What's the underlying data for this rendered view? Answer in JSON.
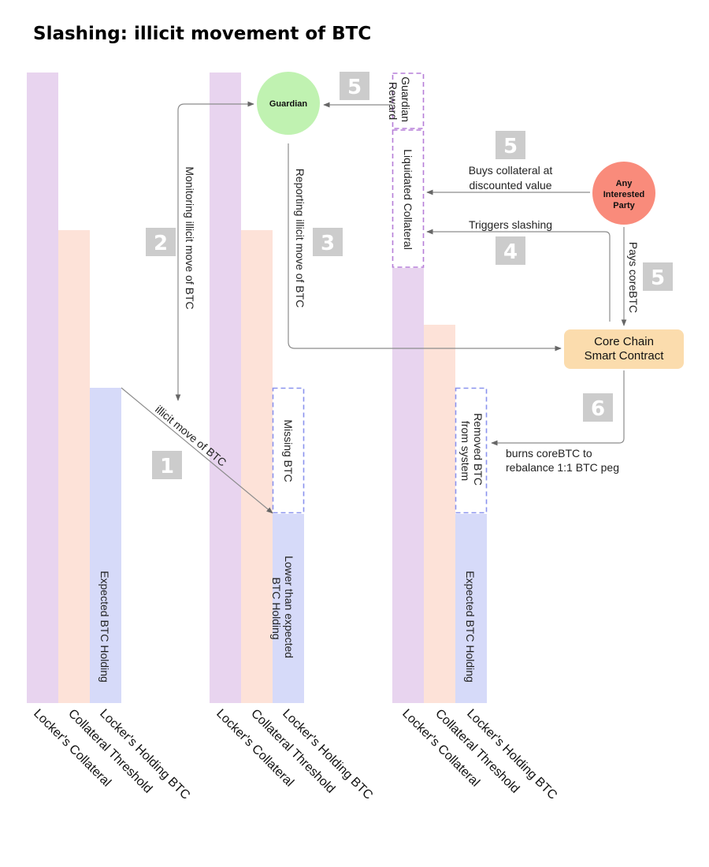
{
  "title": "Slashing: illicit movement of BTC",
  "colors": {
    "collateral": "#e8d4ef",
    "threshold": "#fde2d8",
    "holding": "#d6daf9",
    "guardian": "#c0f2b1",
    "party": "#f98b7b",
    "contract": "#fbdcad",
    "badge": "#cccccc",
    "dash_purple": "#b67ed8",
    "dash_blue": "#8a93ee"
  },
  "nodes": {
    "guardian": "Guardian",
    "party": [
      "Any",
      "Interested",
      "Party"
    ],
    "contract": [
      "Core Chain",
      "Smart Contract"
    ]
  },
  "bars": {
    "collateral": "Locker's Collateral",
    "threshold": "Collateral Threshold",
    "holding": "Locker's Holding BTC"
  },
  "segments": {
    "expected_holding_1": "Expected BTC Holding",
    "missing": "Missing BTC",
    "lower_than_expected": [
      "Lower than expected",
      "BTC Holding"
    ],
    "guardian_reward": [
      "Guardian",
      "Reward"
    ],
    "liquidated": "Liquidated Collateral",
    "removed": [
      "Removed BTC",
      "from system"
    ],
    "expected_holding_3": "Expected BTC Holding"
  },
  "arrows": {
    "illicit_move": "illicit move of BTC",
    "monitoring": "Monitoring illicit move of BTC",
    "reporting": "Reporting illicit move of BTC",
    "buys": [
      "Buys collateral at",
      "discounted value"
    ],
    "triggers": "Triggers slashing",
    "pays": "Pays coreBTC",
    "burns": [
      "burns coreBTC to",
      "rebalance 1:1 BTC peg"
    ]
  },
  "steps": {
    "s1": "1",
    "s2": "2",
    "s3": "3",
    "s4": "4",
    "s5a": "5",
    "s5b": "5",
    "s5c": "5",
    "s6": "6"
  }
}
